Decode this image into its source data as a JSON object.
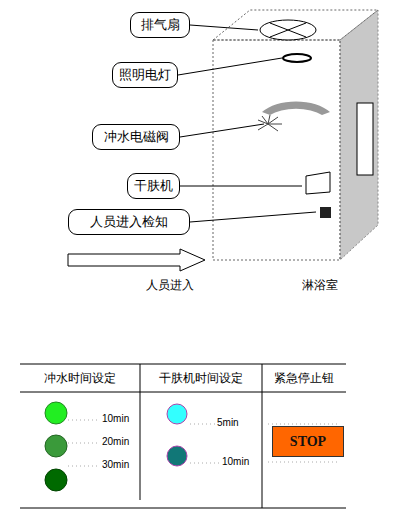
{
  "diagram": {
    "nodes": [
      {
        "text": [
          "排气扇"
        ]
      },
      {
        "text": [
          "照明电灯"
        ]
      },
      {
        "text": [
          "冲水电磁阀"
        ]
      },
      {
        "text": [
          "干肤机"
        ]
      },
      {
        "text": [
          "人员进入检知"
        ]
      },
      {
        "text": [
          "STOP"
        ]
      }
    ],
    "labels": [
      "人员进入",
      "淋浴室",
      "冲水时间设定",
      "干肤机时间设定",
      "紧急停止钮",
      "10min",
      "20min",
      "30min",
      "5min",
      "10min"
    ]
  }
}
